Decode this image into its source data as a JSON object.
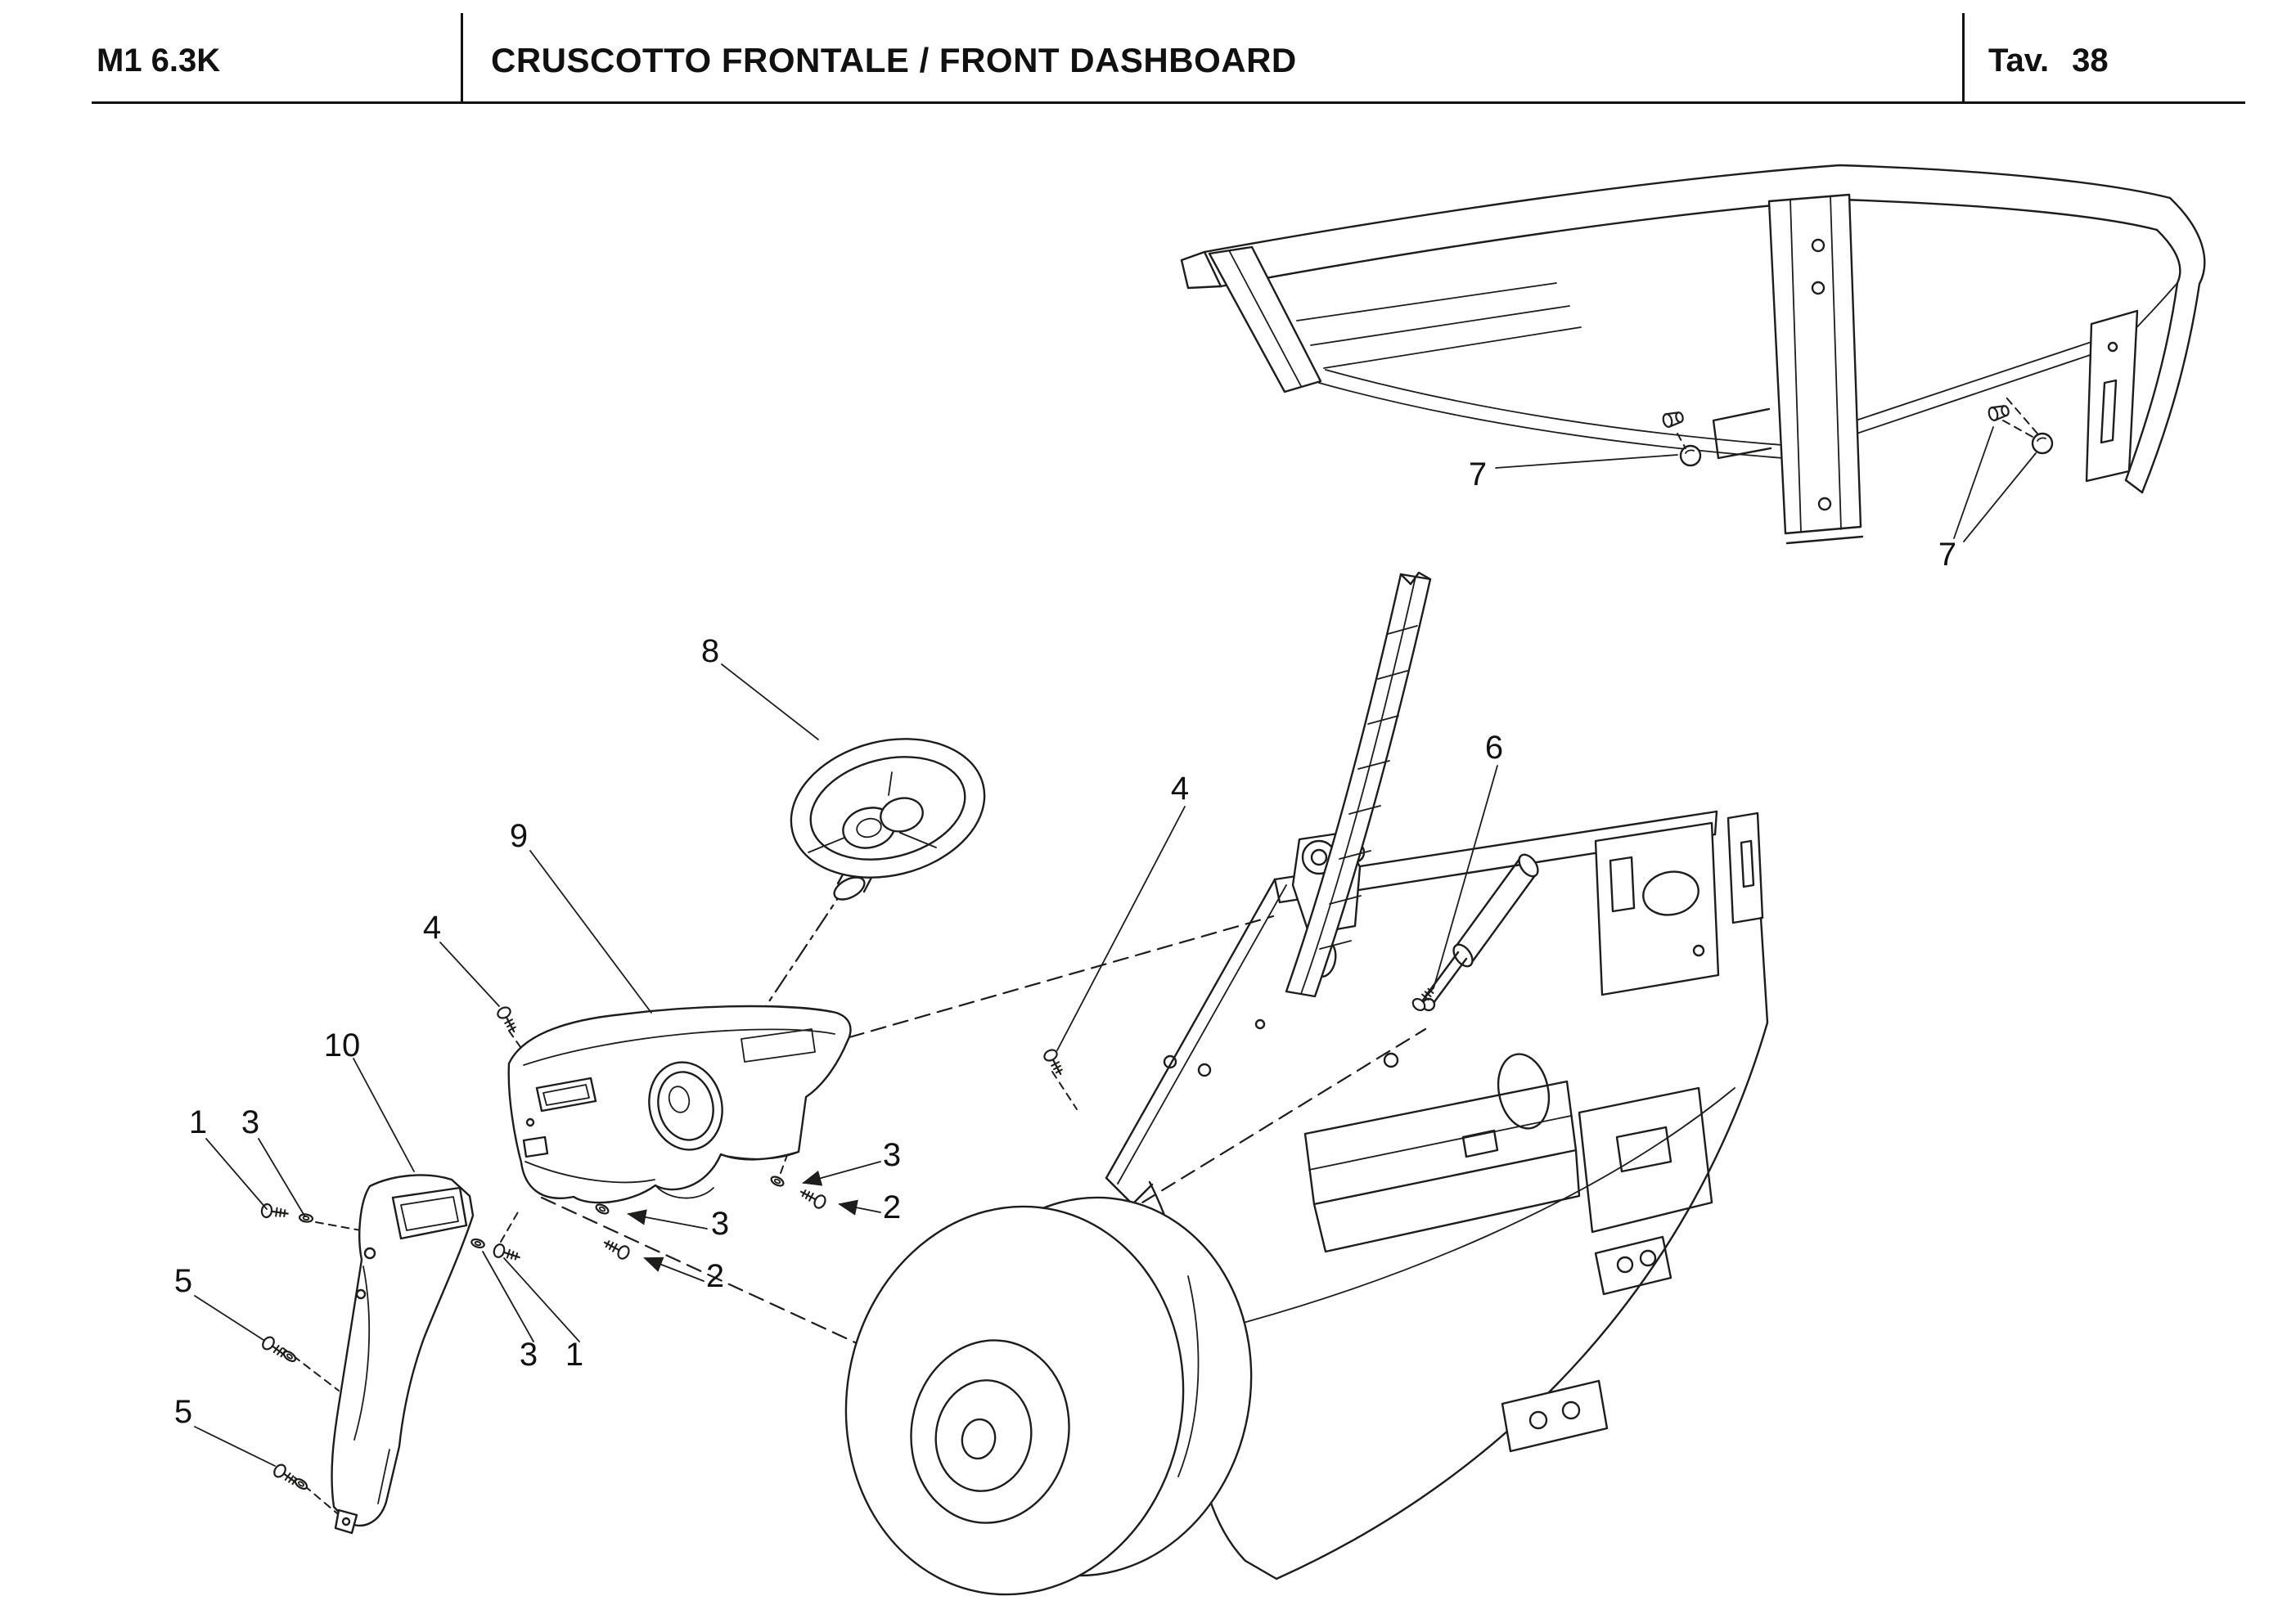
{
  "header": {
    "model": "M1 6.3K",
    "title": "CRUSCOTTO FRONTALE / FRONT DASHBOARD",
    "table_label": "Tav.",
    "table_number": "38"
  },
  "colors": {
    "line": "#1d1d1b",
    "background": "#ffffff"
  },
  "callouts": [
    {
      "id": "7-roof-left",
      "label": "7"
    },
    {
      "id": "7-roof-right",
      "label": "7"
    },
    {
      "id": "8-steering-wheel",
      "label": "8"
    },
    {
      "id": "9-dashboard",
      "label": "9"
    },
    {
      "id": "4-right",
      "label": "4"
    },
    {
      "id": "6-damper",
      "label": "6"
    },
    {
      "id": "4-left",
      "label": "4"
    },
    {
      "id": "10-side-panel",
      "label": "10"
    },
    {
      "id": "1-left",
      "label": "1"
    },
    {
      "id": "3-left",
      "label": "3"
    },
    {
      "id": "3-upper-right",
      "label": "3"
    },
    {
      "id": "2-upper-right",
      "label": "2"
    },
    {
      "id": "3-mid",
      "label": "3"
    },
    {
      "id": "2-mid",
      "label": "2"
    },
    {
      "id": "3-lower",
      "label": "3"
    },
    {
      "id": "1-lower",
      "label": "1"
    },
    {
      "id": "5-upper",
      "label": "5"
    },
    {
      "id": "5-lower",
      "label": "5"
    }
  ]
}
